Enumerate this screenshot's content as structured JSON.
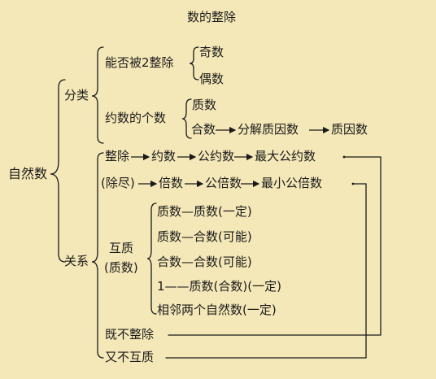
{
  "title": "数的整除",
  "root": "自然数",
  "branch_classification": "分类",
  "branch_relation": "关系",
  "classification": {
    "by_divisible_2": {
      "label": "能否被2整除",
      "odd": "奇数",
      "even": "偶数"
    },
    "by_divisor_count": {
      "label": "约数的个数",
      "prime": "质数",
      "composite_chain": [
        "合数",
        "分解质因数",
        "质因数"
      ]
    }
  },
  "relation": {
    "divides_chain": [
      "整除",
      "约数",
      "公约数",
      "最大公约数"
    ],
    "exact_division_chain": [
      "(除尽)",
      "倍数",
      "公倍数",
      "最小公倍数"
    ],
    "coprime": {
      "label_line1": "互质",
      "label_line2": "(质数)",
      "cases": [
        "质数—质数(一定)",
        "质数—合数(可能)",
        "合数—合数(可能)",
        "1——质数(合数)(一定)",
        "相邻两个自然数(一定)"
      ]
    },
    "neither_divisible": "既不整除",
    "nor_coprime": "又不互质"
  },
  "colors": {
    "background": "#f5e8b8",
    "ink": "#1a1a1a"
  }
}
